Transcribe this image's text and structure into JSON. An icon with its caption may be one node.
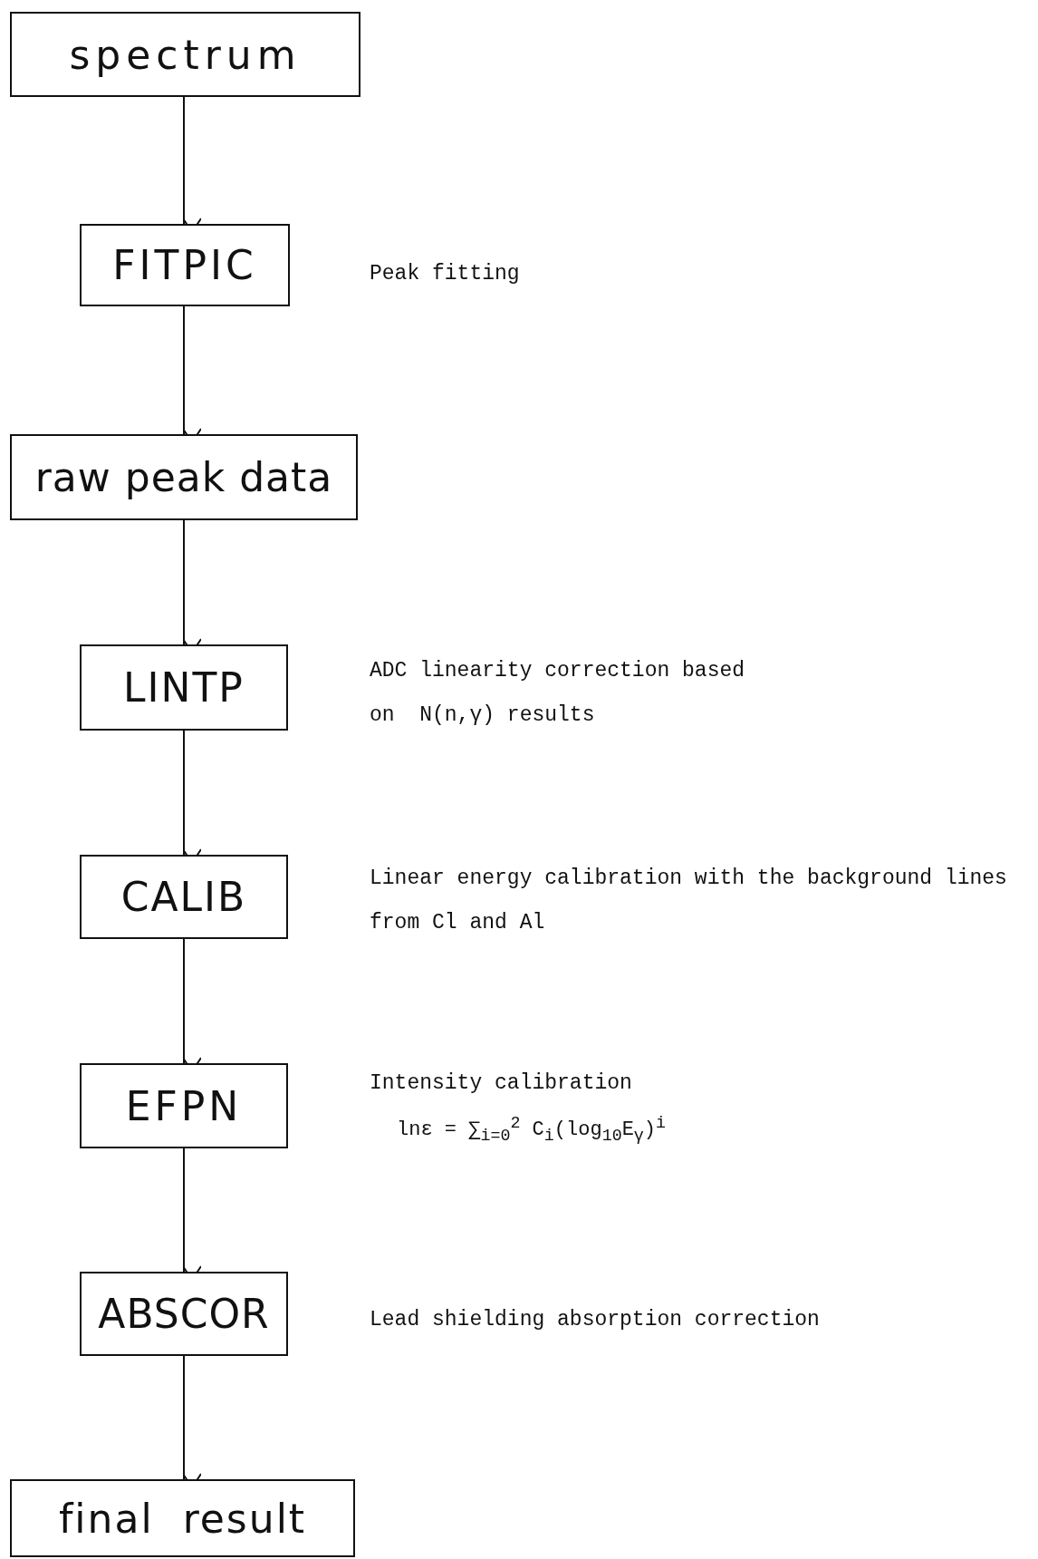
{
  "diagram": {
    "nodes": [
      {
        "text": [
          "spectrum"
        ]
      },
      {
        "text": [
          "FITPIC"
        ],
        "beside": [
          "Peak fitting"
        ]
      },
      {
        "text": [
          "raw peak data"
        ]
      },
      {
        "text": [
          "LINTP"
        ],
        "beside": [
          "ADC linearity correction based on  N(n,γ) results"
        ]
      },
      {
        "text": [
          "CALIB"
        ],
        "beside": [
          "Linear energy calibration with the background lines from Cl and Al"
        ]
      },
      {
        "text": [
          "EFPN"
        ],
        "beside": [
          "Intensity calibration",
          "lnε = ∑$_{i=0}$$^{2}$ C$_{i}$(log$_{10}$E$_{γ}$)$^{i}$"
        ]
      },
      {
        "text": [
          "ABSCOR"
        ],
        "beside": [
          "Lead shielding absorption correction"
        ]
      },
      {
        "text": [
          "final  result"
        ]
      }
    ],
    "edges": [
      {
        "from": 0,
        "to": 1,
        "arrow": "to"
      },
      {
        "from": 1,
        "to": 2,
        "arrow": "to"
      },
      {
        "from": 2,
        "to": 3,
        "arrow": "to"
      },
      {
        "from": 3,
        "to": 4,
        "arrow": "to"
      },
      {
        "from": 4,
        "to": 5,
        "arrow": "to"
      },
      {
        "from": 5,
        "to": 6,
        "arrow": "to"
      },
      {
        "from": 6,
        "to": 7,
        "arrow": "to"
      }
    ]
  }
}
